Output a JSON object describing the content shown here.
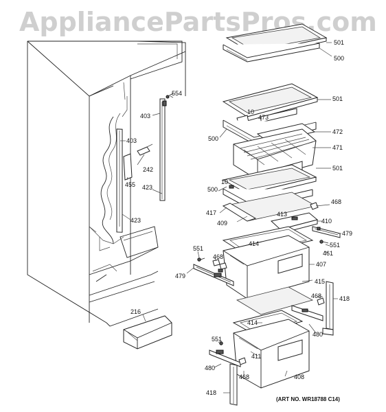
{
  "watermark": "AppliancePartsPros.com",
  "art_number": "(ART NO. WR18788 C14)",
  "labels": {
    "l501a": "501",
    "l500a": "500",
    "l554": "554",
    "l403a": "403",
    "l403b": "403",
    "l242": "242",
    "l455": "455",
    "l423a": "423",
    "l423b": "423",
    "l501b": "501",
    "l10a": "10",
    "l473": "473",
    "l472": "472",
    "l500b": "500",
    "l471": "471",
    "l501c": "501",
    "l10b": "10",
    "l500c": "500",
    "l468a": "468",
    "l417": "417",
    "l413": "413",
    "l410": "410",
    "l409": "409",
    "l479a": "479",
    "l414a": "414",
    "l551a": "551",
    "l461": "461",
    "l551b": "551",
    "l468b": "468",
    "l407": "407",
    "l479b": "479",
    "l415": "415",
    "l418a": "418",
    "l468c": "468",
    "l216": "216",
    "l414b": "414",
    "l480a": "480",
    "l551c": "551",
    "l411": "411",
    "l480b": "480",
    "l468d": "468",
    "l408": "408",
    "l418b": "418"
  }
}
